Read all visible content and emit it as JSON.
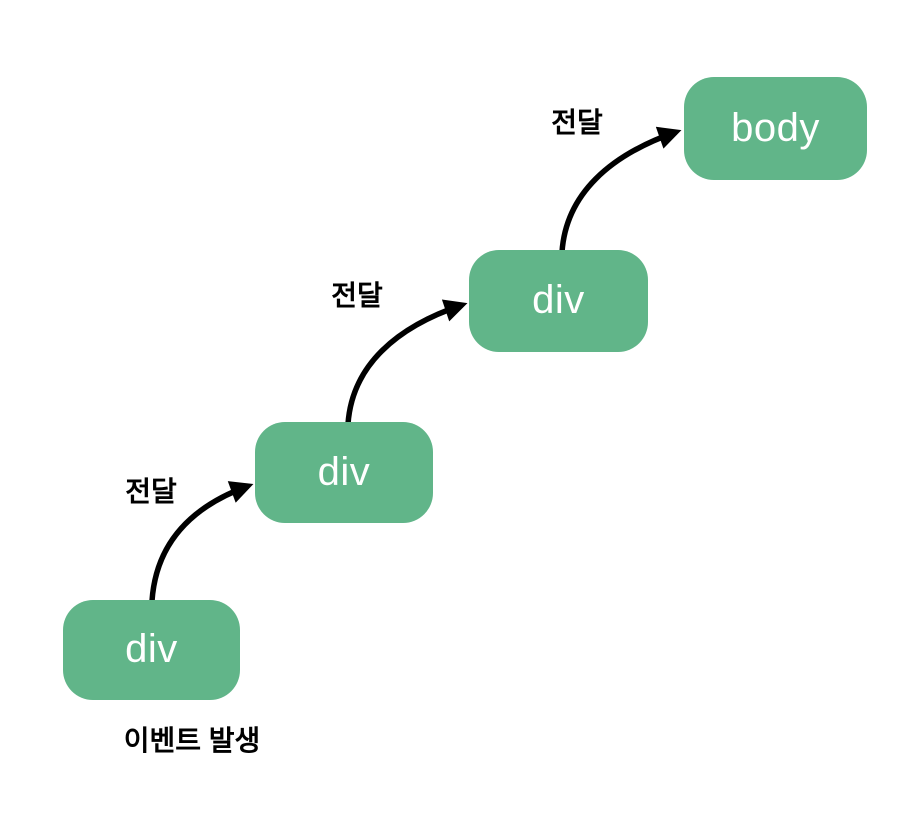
{
  "diagram": {
    "type": "event-bubbling-flow",
    "colors": {
      "background": "#ffffff",
      "node_fill": "#61b589",
      "node_text": "#ffffff",
      "arrow": "#000000",
      "label_text": "#000000"
    },
    "nodes": [
      {
        "id": "div-1",
        "label": "div"
      },
      {
        "id": "div-2",
        "label": "div"
      },
      {
        "id": "div-3",
        "label": "div"
      },
      {
        "id": "body",
        "label": "body"
      }
    ],
    "arrows": [
      {
        "from": "div-1",
        "to": "div-2",
        "label": "전달"
      },
      {
        "from": "div-2",
        "to": "div-3",
        "label": "전달"
      },
      {
        "from": "div-3",
        "to": "body",
        "label": "전달"
      }
    ],
    "origin_label": "이벤트 발생"
  }
}
